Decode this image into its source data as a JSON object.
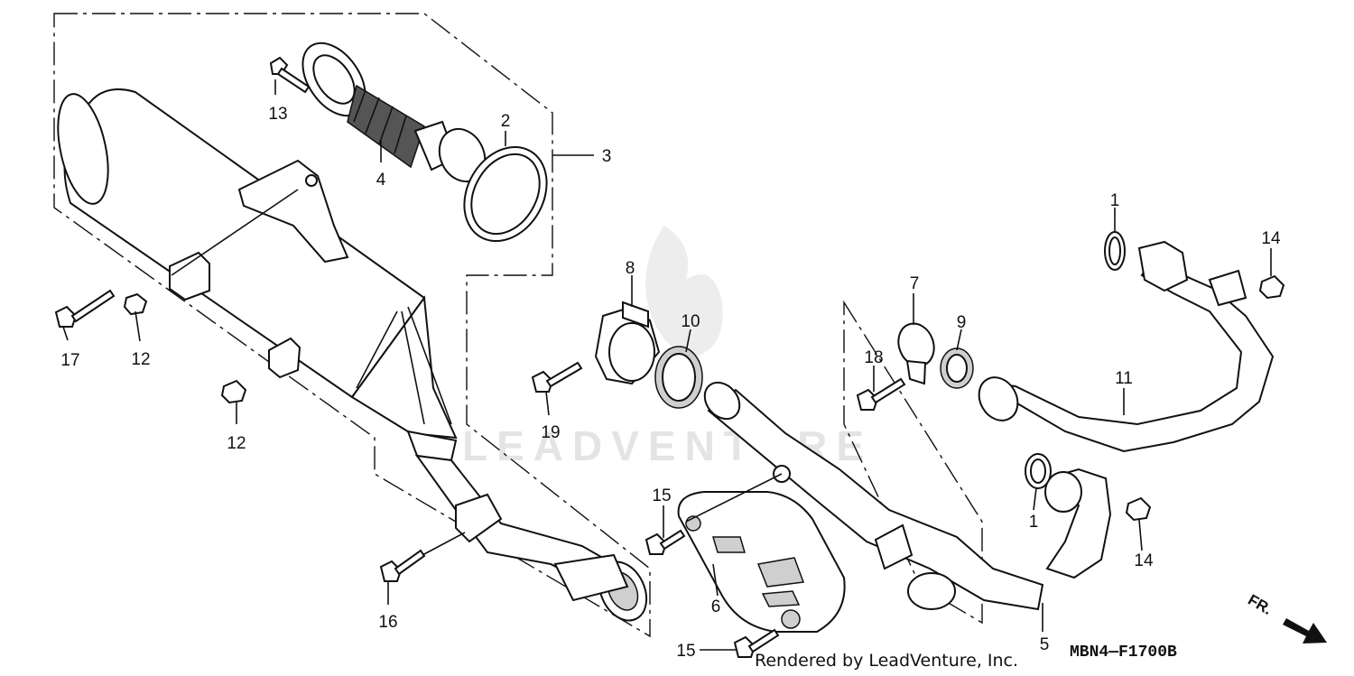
{
  "watermark": "LEADVENTURE",
  "diagram_code": "MBN4—F1700B",
  "credit": "Rendered by LeadVenture, Inc.",
  "direction_label": "FR.",
  "callouts": {
    "c1a": "1",
    "c1b": "1",
    "c2": "2",
    "c3": "3",
    "c4": "4",
    "c5": "5",
    "c6": "6",
    "c7": "7",
    "c8": "8",
    "c9": "9",
    "c10": "10",
    "c11": "11",
    "c12a": "12",
    "c12b": "12",
    "c13": "13",
    "c14a": "14",
    "c14b": "14",
    "c15a": "15",
    "c15b": "15",
    "c16": "16",
    "c17": "17",
    "c18": "18",
    "c19": "19"
  }
}
